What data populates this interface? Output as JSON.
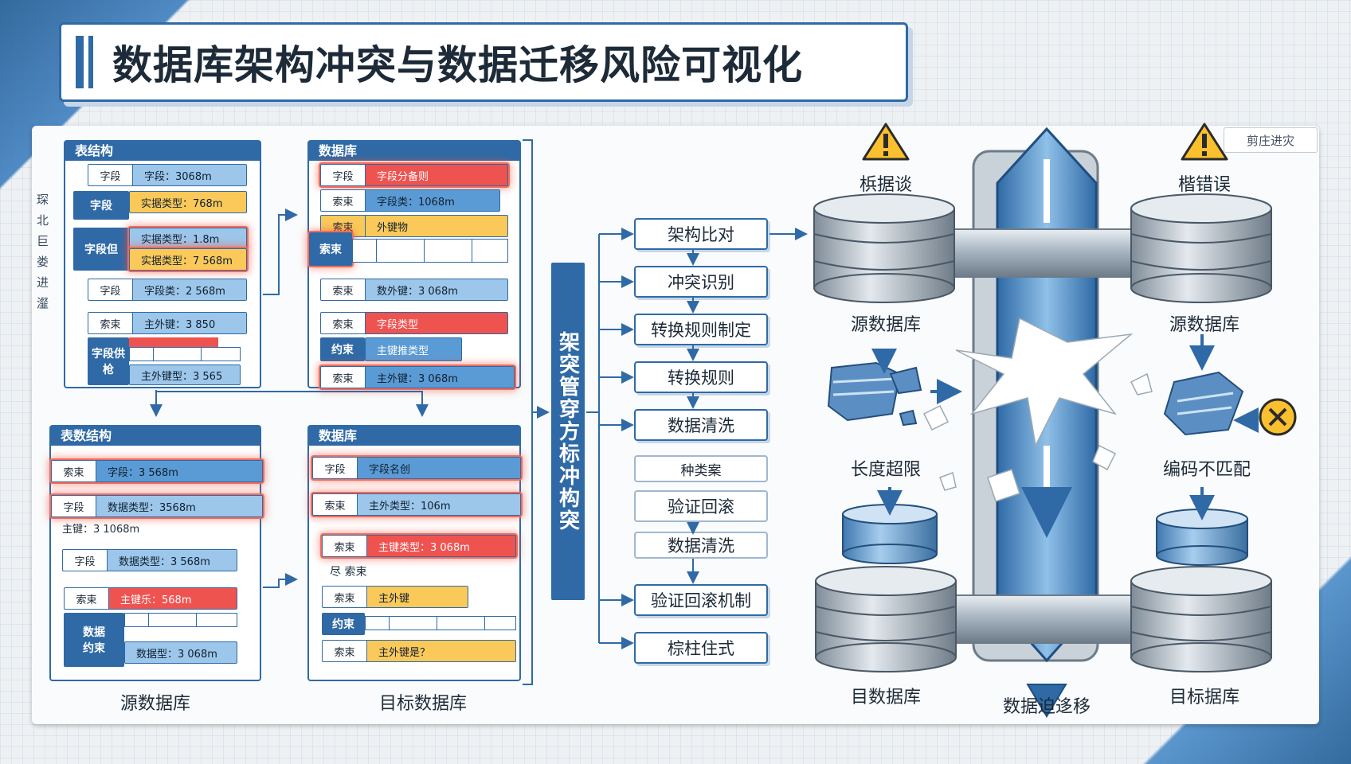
{
  "title": "数据库架构冲突与数据迁移风险可视化",
  "margin_text": "琛\n北\n巨\n娄\n进\n瀣\n",
  "left_col": {
    "top_card": {
      "header": "表结构",
      "rows": [
        {
          "k": "字段",
          "v": "字段：3068m"
        },
        {
          "k": "字段",
          "v": "实据类型：768m"
        },
        {
          "k": "字段",
          "v": "字段类：2 568m"
        },
        {
          "k": "索束",
          "v": "主外键：3 850"
        }
      ],
      "block1": "字段",
      "block1_rows": [
        "实据类型：1.8m",
        "实据类型：7 568m"
      ],
      "block2": "字段但",
      "block3": "字段供\n枪",
      "bottom_row": "主外键型：3 565"
    },
    "bottom_card": {
      "header": "表数结构",
      "rows": [
        {
          "k": "索束",
          "v": "字段：3 568m"
        },
        {
          "k": "字段",
          "v": "数据类型：3568m"
        },
        {
          "k": "字段",
          "v": "数据类型：3 568m"
        },
        {
          "k": "索束",
          "v": "主键乐：568m"
        }
      ],
      "extra": "主键：3 1068m",
      "block": "数据\n约束",
      "block_row": "数据型：3 068m"
    },
    "caption": "源数据库"
  },
  "mid_col": {
    "top_card": {
      "header": "数据库",
      "rows": [
        {
          "k": "字段",
          "v": "字段分备则"
        },
        {
          "k": "索束",
          "v": "字段类：1068m"
        },
        {
          "k": "索束",
          "v": "外键物"
        },
        {
          "k": "索束",
          "v": "数外键：3 068m"
        },
        {
          "k": "索束",
          "v": "字段类型"
        },
        {
          "k": "索束",
          "v": "主外键：3 068m"
        }
      ],
      "block1": "索束",
      "block2": "约束",
      "block2_row": "主键推类型"
    },
    "bottom_card": {
      "header": "数据库",
      "rows": [
        {
          "k": "字段",
          "v": "字段名创"
        },
        {
          "k": "索束",
          "v": "主外类型：106m"
        },
        {
          "k": "索束",
          "v": "主键类型：3 068m"
        },
        {
          "k": "索束",
          "v": "主外键"
        },
        {
          "k": "约束",
          "v": ""
        },
        {
          "k": "索束",
          "v": "主外键是？"
        }
      ],
      "small": "尽 索束"
    },
    "caption": "目标数据库"
  },
  "banner": "架突管穿方标冲构突",
  "steps": [
    "架构比对",
    "冲突识别",
    "转换规则制定",
    "转换规则",
    "数据清洗",
    "种类案",
    "验证回滚",
    "数据清洗",
    "验证回滚机制",
    "棕柱住式"
  ],
  "right": {
    "warn_left": "梹据谈",
    "warn_right": "楷错误",
    "note": "剪庄进灾",
    "db_top_left": "源数据库",
    "db_top_right": "源数据库",
    "issue_left": "长度超限",
    "issue_right": "编码不匹配",
    "db_bottom_left": "目数据库",
    "db_bottom_right": "目标据库",
    "pipe_label": "数据迫迻移"
  },
  "colors": {
    "accent": "#2f6aa6",
    "alert": "#ef5350",
    "warn": "#fbc95a",
    "light": "#5b9bd5"
  }
}
